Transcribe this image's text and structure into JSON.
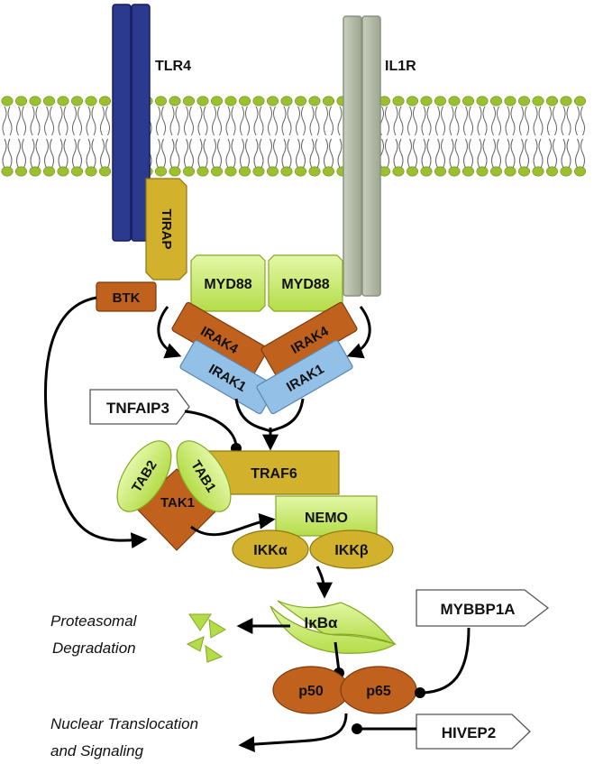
{
  "receptors": {
    "tlr4": "TLR4",
    "il1r": "IL1R"
  },
  "adaptors": {
    "tirap": "TIRAP",
    "btk": "BTK",
    "myd88_left": "MYD88",
    "myd88_right": "MYD88"
  },
  "kinases": {
    "irak4_left": "IRAK4",
    "irak4_right": "IRAK4",
    "irak1_left": "IRAK1",
    "irak1_right": "IRAK1"
  },
  "complex": {
    "tnfaip3": "TNFAIP3",
    "traf6": "TRAF6",
    "tab2": "TAB2",
    "tab1": "TAB1",
    "tak1": "TAK1",
    "nemo": "NEMO",
    "ikka": "IKKα",
    "ikkb": "IKKβ"
  },
  "nfkb": {
    "ikba": "IκBα",
    "p50": "p50",
    "p65": "p65"
  },
  "regulators": {
    "mybbp1a": "MYBBP1A",
    "hivep2": "HIVEP2"
  },
  "outcomes": {
    "proteasomal": "Proteasomal",
    "degradation": "Degradation",
    "nuclear": "Nuclear Translocation",
    "signaling": "and Signaling"
  },
  "colors": {
    "tlr4": "#2b3a8f",
    "il1r": "#b3bba8",
    "lipid_head": "#9bbf2e",
    "orange_brown": "#c0621e",
    "lime": "#c8ec6a",
    "mustard": "#d2b12c",
    "light_blue": "#92c0e6"
  }
}
